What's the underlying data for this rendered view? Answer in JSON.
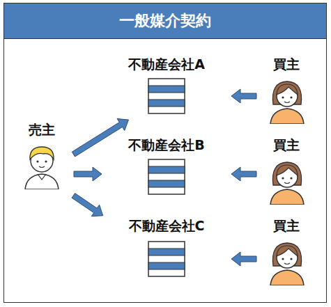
{
  "diagram": {
    "title": "一般媒介契約",
    "nodes": [
      {
        "text": [
          "売主"
        ]
      },
      {
        "text": [
          "不動産会社A"
        ]
      },
      {
        "text": [
          "買主"
        ]
      },
      {
        "text": [
          "不動産会社B"
        ]
      },
      {
        "text": [
          "買主"
        ]
      },
      {
        "text": [
          "不動産会社C"
        ]
      },
      {
        "text": [
          "買主"
        ]
      }
    ],
    "edges": [
      {
        "from": 0,
        "to": 1,
        "arrow": "to"
      },
      {
        "from": 0,
        "to": 3,
        "arrow": "to"
      },
      {
        "from": 0,
        "to": 5,
        "arrow": "to"
      },
      {
        "from": 2,
        "to": 1,
        "arrow": "to"
      },
      {
        "from": 4,
        "to": 3,
        "arrow": "to"
      },
      {
        "from": 6,
        "to": 5,
        "arrow": "to"
      }
    ]
  }
}
